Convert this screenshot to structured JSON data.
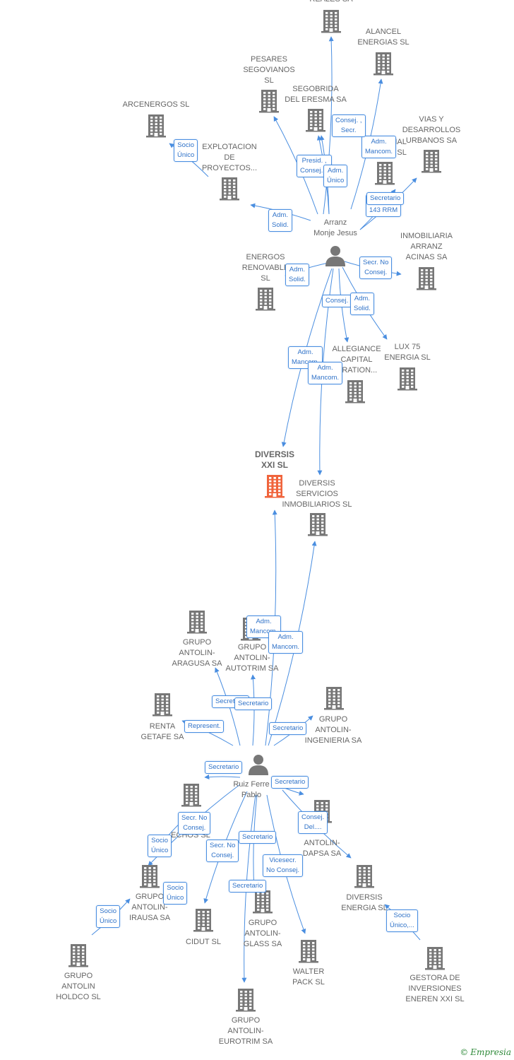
{
  "colors": {
    "edge": "#4a8ee0",
    "node_gray": "#777777",
    "node_focus": "#f0643c",
    "label_text": "#666666"
  },
  "companies": [
    {
      "id": "reales",
      "label": "REALES SA"
    },
    {
      "id": "alancel",
      "label": "ALANCEL\nENERGIAS SL"
    },
    {
      "id": "pesares",
      "label": "PESARES\nSEGOVIANOS\nSL"
    },
    {
      "id": "segobrida",
      "label": "SEGOBRIDA\nDEL ERESMA SA"
    },
    {
      "id": "arcenergos",
      "label": "ARCENERGOS SL"
    },
    {
      "id": "vias",
      "label": "VIAS Y\nDESARROLLOS\nURBANOS SA"
    },
    {
      "id": "explotacion",
      "label": "EXPLOTACION\nDE\nPROYECTOS..."
    },
    {
      "id": "residencial",
      "label": "ENCIAL\nSSO SL"
    },
    {
      "id": "inmobiliaria_arranz",
      "label": "INMOBILIARIA\nARRANZ\nACINAS SA"
    },
    {
      "id": "energos",
      "label": "ENERGOS\nRENOVABLE\nSL"
    },
    {
      "id": "allegiance",
      "label": "ALLEGIANCE\nCAPITAL\nORATION..."
    },
    {
      "id": "lux75",
      "label": "LUX 75\nENERGIA SL"
    },
    {
      "id": "diversis",
      "label": "DIVERSIS\nXXI SL",
      "focus": true
    },
    {
      "id": "diversis_serv",
      "label": "DIVERSIS\nSERVICIOS\nINMOBILIARIOS SL"
    },
    {
      "id": "aragusa",
      "label": "GRUPO\nANTOLIN-\nARAGUSA SA"
    },
    {
      "id": "autotrim",
      "label": "GRUPO\nANTOLIN-\nAUTOTRIM SA"
    },
    {
      "id": "renta",
      "label": "RENTA\nGETAFE SA"
    },
    {
      "id": "ingenieria",
      "label": "GRUPO\nANTOLIN-\nINGENIERIA SA"
    },
    {
      "id": "recubrimientos",
      "label": "RE\nECHOS SL"
    },
    {
      "id": "dapsa",
      "label": "ANTOLIN-\nDAPSA SA"
    },
    {
      "id": "irausa",
      "label": "GRUPO\nANTOLIN-\nIRAUSA SA"
    },
    {
      "id": "cidut",
      "label": "CIDUT SL"
    },
    {
      "id": "glass",
      "label": "GRUPO\nANTOLIN-\nGLASS SA"
    },
    {
      "id": "diversis_energia",
      "label": "DIVERSIS\nENERGIA SL"
    },
    {
      "id": "holdco",
      "label": "GRUPO\nANTOLIN\nHOLDCO  SL"
    },
    {
      "id": "walter",
      "label": "WALTER\nPACK  SL"
    },
    {
      "id": "gestora",
      "label": "GESTORA DE\nINVERSIONES\nENEREN XXI  SL"
    },
    {
      "id": "eurotrim",
      "label": "GRUPO\nANTOLIN-\nEUROTRIM SA"
    }
  ],
  "persons": [
    {
      "id": "arranz",
      "label": "Arranz\nMonje Jesus"
    },
    {
      "id": "ruiz",
      "label": "Ruiz Ferre\nPablo"
    }
  ],
  "edges": [
    {
      "from": "arranz",
      "to": "reales",
      "label": ""
    },
    {
      "from": "arranz",
      "to": "alancel",
      "label": "Adm.\nMancom."
    },
    {
      "from": "arranz",
      "to": "pesares",
      "label": "Presid. ,\nConsej...."
    },
    {
      "from": "arranz",
      "to": "segobrida",
      "label": "Consej. ,\nSecr."
    },
    {
      "from": "arranz",
      "to": "segobrida",
      "label": "Adm.\nÚnico"
    },
    {
      "from": "arranz",
      "to": "explotacion",
      "label": "Adm.\nSolid."
    },
    {
      "from": "arranz",
      "to": "residencial",
      "label": "Repre\n143 RRM"
    },
    {
      "from": "arranz",
      "to": "vias",
      "label": "Secretario"
    },
    {
      "from": "arranz",
      "to": "inmobiliaria_arranz",
      "label": "Secr.  No\nConsej."
    },
    {
      "from": "arranz",
      "to": "energos",
      "label": "Adm.\nSolid."
    },
    {
      "from": "arranz",
      "to": "allegiance",
      "label": "Consej."
    },
    {
      "from": "arranz",
      "to": "lux75",
      "label": "Adm.\nSolid."
    },
    {
      "from": "arranz",
      "to": "diversis",
      "label": "Adm.\nMancom."
    },
    {
      "from": "arranz",
      "to": "diversis_serv",
      "label": "Adm.\nMancom."
    },
    {
      "from": "explotacion",
      "to": "arcenergos",
      "label": "Socio\nÚnico"
    },
    {
      "from": "ruiz",
      "to": "diversis",
      "label": "Adm.\nMancom."
    },
    {
      "from": "ruiz",
      "to": "diversis_serv",
      "label": "Adm.\nMancom."
    },
    {
      "from": "ruiz",
      "to": "aragusa",
      "label": "Secretario"
    },
    {
      "from": "ruiz",
      "to": "autotrim",
      "label": "Secretario"
    },
    {
      "from": "ruiz",
      "to": "renta",
      "label": "Represent."
    },
    {
      "from": "ruiz",
      "to": "ingenieria",
      "label": "Secretario"
    },
    {
      "from": "ruiz",
      "to": "recubrimientos",
      "label": "Secretario"
    },
    {
      "from": "ruiz",
      "to": "dapsa",
      "label": "Secretario"
    },
    {
      "from": "ruiz",
      "to": "irausa",
      "label": "Secr.  No\nConsej."
    },
    {
      "from": "ruiz",
      "to": "cidut",
      "label": "Secr.  No\nConsej."
    },
    {
      "from": "ruiz",
      "to": "glass",
      "label": "Secretario"
    },
    {
      "from": "ruiz",
      "to": "walter",
      "label": "Vicesecr.\nNo Consej."
    },
    {
      "from": "ruiz",
      "to": "diversis_energia",
      "label": "Consej.\nDel...."
    },
    {
      "from": "ruiz",
      "to": "eurotrim",
      "label": "Secretario"
    },
    {
      "from": "recubrimientos",
      "to": "irausa",
      "label": "Socio\nÚnico"
    },
    {
      "from": "cidut",
      "to": "irausa",
      "label": "Socio\nÚnico"
    },
    {
      "from": "holdco",
      "to": "irausa",
      "label": "Socio\nÚnico"
    },
    {
      "from": "gestora",
      "to": "diversis_energia",
      "label": "Socio\nÚnico,..."
    }
  ],
  "footer": {
    "copyright": "©",
    "brand": "Empresia"
  }
}
